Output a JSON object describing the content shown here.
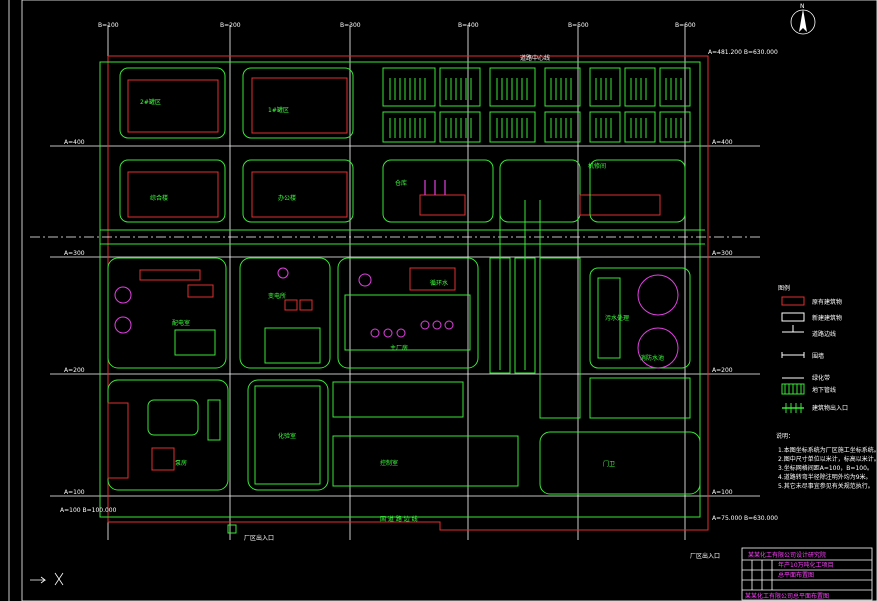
{
  "grid_top_labels": [
    "B=100",
    "B=200",
    "B=300",
    "B=400",
    "B=500",
    "B=600"
  ],
  "grid_left_labels": [
    "A=400",
    "A=300",
    "A=200",
    "A=100"
  ],
  "grid_right_labels": [
    "A=400",
    "A=300",
    "A=200",
    "A=100"
  ],
  "corner_coords": {
    "top_right": "A=481.200\nB=630.000",
    "bottom_left": "A=100\nB=100.000",
    "bottom_right": "A=75.000\nB=630.000"
  },
  "north_label": "N",
  "zone_labels": {
    "north_road": "道路中心线",
    "south_road": "国 道 路 边 线",
    "gate": "厂区出入口",
    "gate2": "厂区出入口"
  },
  "building_labels": [
    "2#罐区",
    "1#罐区",
    "综合楼",
    "办公楼",
    "仓库",
    "机修间",
    "配电室",
    "变电所",
    "循环水",
    "主厂房",
    "污水处理",
    "消防水池",
    "泵房",
    "控制室",
    "化验室",
    "门卫"
  ],
  "legend": {
    "title": "图例",
    "items": [
      "原有建筑物",
      "新建建筑物",
      "道路边线",
      "围墙",
      "绿化带",
      "地下管线",
      "建筑物出入口"
    ]
  },
  "notes": {
    "title": "说明：",
    "lines": [
      "1.本图坐标系统为厂区施工坐标系统。",
      "2.图中尺寸单位以米计，标高以米计。",
      "3.坐标网格间距A=100，B=100。",
      "4.道路转弯半径除注明外均为9米。",
      "5.其它未尽事宜参见有关规范执行。"
    ]
  },
  "title_block": {
    "company": "某某化工有限公司设计研究院",
    "project": "年产10万吨化工项目",
    "drawing": "总平面布置图",
    "footer": "某某化工有限公司总平面布置图"
  },
  "colors": {
    "background": "#000000",
    "building": "#39e639",
    "existing": "#e03030",
    "equipment": "#e040e0",
    "grid": "#ffffff",
    "text_highlight": "#ffff50"
  }
}
